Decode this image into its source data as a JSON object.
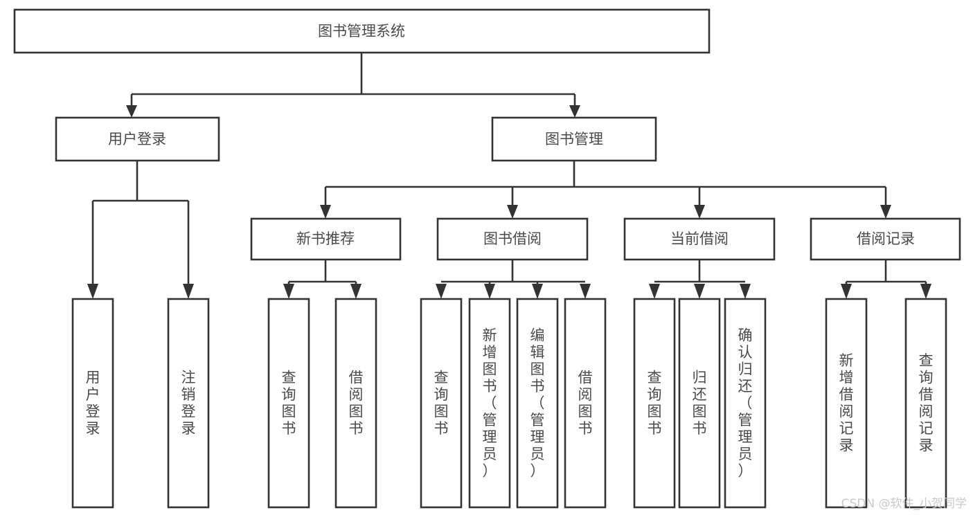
{
  "diagram": {
    "title": "图书管理系统",
    "type": "hierarchy-tree",
    "orientation": "top-down",
    "colors": {
      "box_stroke": "#333333",
      "box_fill": "#ffffff",
      "label_text": "#4a4a4a",
      "background": "#ffffff",
      "watermark": "#c9c9c9"
    },
    "root": {
      "label": "图书管理系统"
    },
    "level1": [
      {
        "label": "用户登录"
      },
      {
        "label": "图书管理"
      }
    ],
    "level2": [
      {
        "label": "新书推荐"
      },
      {
        "label": "图书借阅"
      },
      {
        "label": "当前借阅"
      },
      {
        "label": "借阅记录"
      }
    ],
    "leaves": {
      "user_login": [
        {
          "label": "用户登录"
        },
        {
          "label": "注销登录"
        }
      ],
      "new_book_recommend": [
        {
          "label": "查询图书"
        },
        {
          "label": "借阅图书"
        }
      ],
      "book_borrow": [
        {
          "label": "查询图书"
        },
        {
          "label": "新增图书（管理员）"
        },
        {
          "label": "编辑图书（管理员）"
        },
        {
          "label": "借阅图书"
        }
      ],
      "current_borrow": [
        {
          "label": "查询图书"
        },
        {
          "label": "归还图书"
        },
        {
          "label": "确认归还（管理员）"
        }
      ],
      "borrow_record": [
        {
          "label": "新增借阅记录"
        },
        {
          "label": "查询借阅记录"
        }
      ]
    },
    "watermark": "CSDN @软件_小贺同学"
  }
}
